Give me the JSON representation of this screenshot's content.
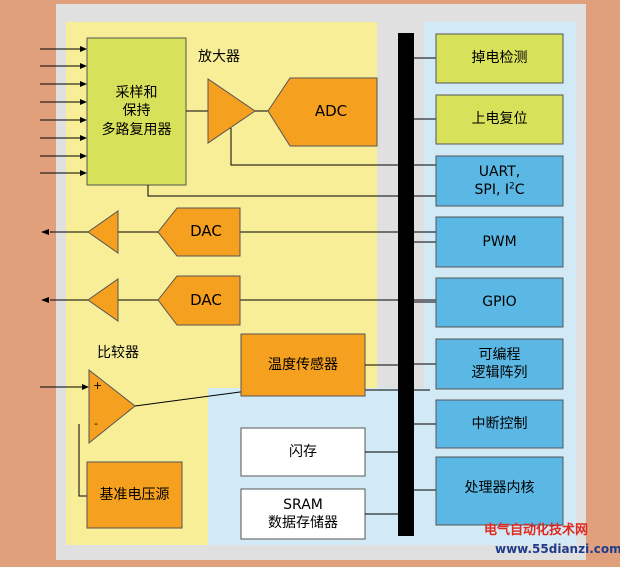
{
  "blocks": {
    "mux": [
      "采样和",
      "保持",
      "多路复用器"
    ],
    "amplifier_label": "放大器",
    "adc": "ADC",
    "dac_top": "DAC",
    "dac_bottom": "DAC",
    "comparator_label": "比较器",
    "plus": "+",
    "minus": "-",
    "reference": "基准电压源",
    "temp_sensor": "温度传感器",
    "flash": "闪存",
    "sram": [
      "SRAM",
      "数据存储器"
    ],
    "brownout": "掉电检测",
    "power_on_reset": "上电复位",
    "uart": {
      "line1": "UART,",
      "line2_prefix": "SPI, I",
      "sup": "2",
      "line2_suffix": "C"
    },
    "pwm": "PWM",
    "gpio": "GPIO",
    "cpld": [
      "可编程",
      "逻辑阵列"
    ],
    "interrupt": "中断控制",
    "cpu": "处理器内核"
  },
  "watermark": {
    "line1": "电气自动化技术网",
    "line2": "www.55dianzi.com"
  },
  "colors": {
    "border": "#E0A07C",
    "background": "#E0E0E0",
    "analog_region": "#F8EE98",
    "digital_region": "#D2EAF5",
    "green_block": "#D8E15A",
    "orange_block": "#F5A01E",
    "blue_block": "#5BB8E5",
    "white_block": "#FFFFFF",
    "bus": "#000000",
    "watermark_red": "#E0281E",
    "watermark_blue": "#1E3C8C"
  }
}
